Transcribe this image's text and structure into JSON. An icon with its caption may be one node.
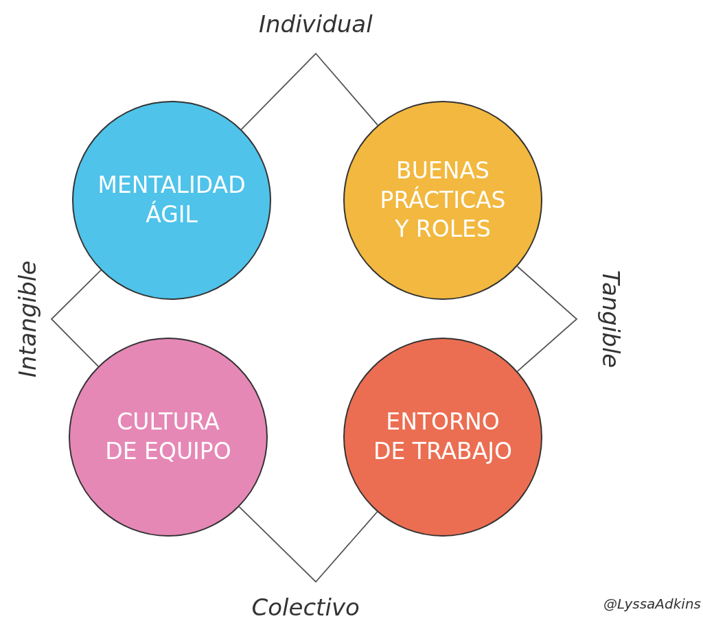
{
  "diagram": {
    "nodes": [
      {
        "text": [
          "MENTALIDAD ÁGIL"
        ]
      },
      {
        "text": [
          "BUENAS PRÁCTICAS Y ROLES"
        ]
      },
      {
        "text": [
          "CULTURA DE EQUIPO"
        ]
      },
      {
        "text": [
          "ENTORNO DE TRABAJO"
        ]
      }
    ],
    "edges": [
      {
        "from": 0,
        "to": 1,
        "arrow": "none"
      },
      {
        "from": 1,
        "to": 3,
        "arrow": "none"
      },
      {
        "from": 3,
        "to": 2,
        "arrow": "none"
      },
      {
        "from": 2,
        "to": 0,
        "arrow": "none"
      }
    ],
    "labels": [
      "Individual",
      "Intangible",
      "Tangible",
      "Colectivo",
      "@LyssaAdkins"
    ]
  }
}
